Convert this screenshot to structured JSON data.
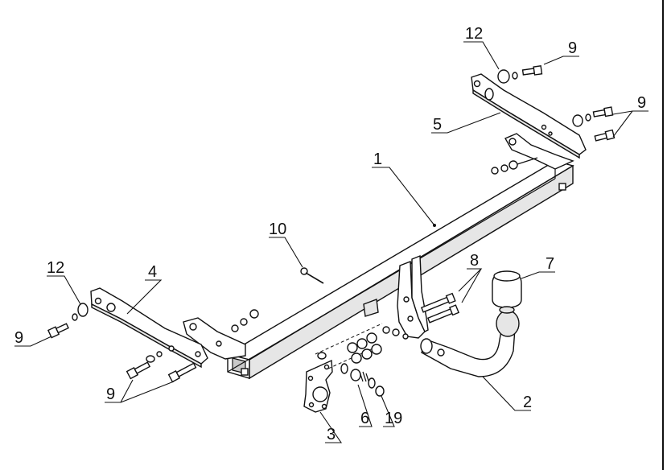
{
  "colors": {
    "ink": "#111111",
    "background": "#ffffff",
    "shade": "#e6e6e6"
  },
  "callouts": [
    {
      "id": "c1",
      "text": "1"
    },
    {
      "id": "c2",
      "text": "2"
    },
    {
      "id": "c3",
      "text": "3"
    },
    {
      "id": "c4",
      "text": "4"
    },
    {
      "id": "c5",
      "text": "5"
    },
    {
      "id": "c6",
      "text": "6"
    },
    {
      "id": "c7",
      "text": "7"
    },
    {
      "id": "c8",
      "text": "8"
    },
    {
      "id": "c9a",
      "text": "9"
    },
    {
      "id": "c9b",
      "text": "9"
    },
    {
      "id": "c9c",
      "text": "9"
    },
    {
      "id": "c9d",
      "text": "9"
    },
    {
      "id": "c10",
      "text": "10"
    },
    {
      "id": "c12a",
      "text": "12"
    },
    {
      "id": "c12b",
      "text": "12"
    },
    {
      "id": "c19",
      "text": "19"
    }
  ]
}
